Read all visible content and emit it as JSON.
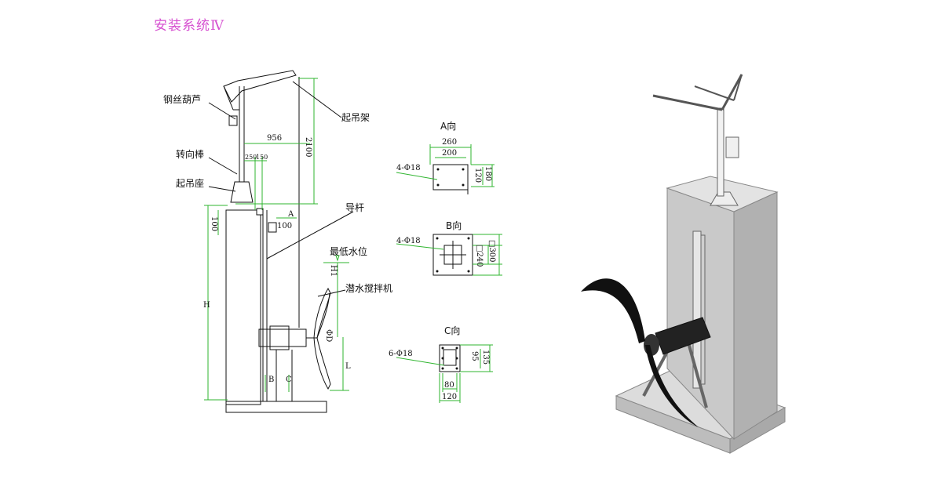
{
  "title": "安装系统Ⅳ",
  "labels": {
    "wire_hoist": "钢丝葫芦",
    "lifting_frame": "起吊架",
    "turn_rod": "转向棒",
    "lifting_base": "起吊座",
    "guide_rod": "导杆",
    "min_water_level": "最低水位",
    "mixer": "潜水搅拌机"
  },
  "dims": {
    "d956": "956",
    "d2100": "2100",
    "d250": "250",
    "d150": "150",
    "dA": "A",
    "d100a": "100",
    "d100b": "100",
    "dH": "H",
    "dH1": "H1",
    "dPhiD": "ΦD",
    "dL": "L",
    "dB": "B",
    "dC": "C"
  },
  "view_a": {
    "title": "A向",
    "d260": "260",
    "d200": "200",
    "holes": "4-Φ18",
    "d120": "120",
    "d180": "180"
  },
  "view_b": {
    "title": "B向",
    "holes": "4-Φ18",
    "d240": "□240",
    "d300": "□300"
  },
  "view_c": {
    "title": "C向",
    "holes": "6-Φ18",
    "d95": "95",
    "d135": "135",
    "d80": "80",
    "d120": "120"
  }
}
